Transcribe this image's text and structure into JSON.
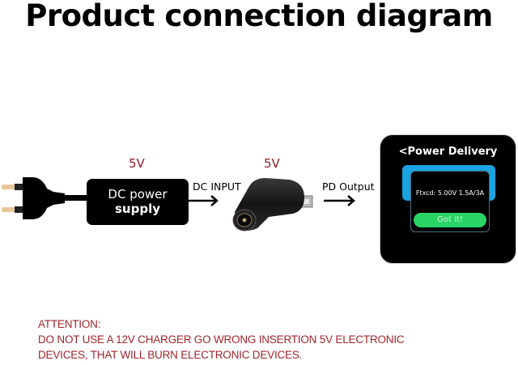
{
  "title": "Product connection diagram",
  "diagram": {
    "plug": {
      "label": "power-plug"
    },
    "power_supply": {
      "voltage_label": "5V",
      "line1": "DC power",
      "line2": "supply"
    },
    "dc_input_label": "DC INPUT",
    "adapter": {
      "voltage_label": "5V"
    },
    "pd_output_label": "PD Output",
    "phone_screen": {
      "header": "<Power Delivery",
      "dialog_text": "Ftxcd:  5.00V 1.5A/3A",
      "button_label": "Got it!"
    }
  },
  "attention": {
    "heading": "ATTENTION:",
    "line1": "DO NOT USE A 12V CHARGER GO WRONG INSERTION 5V ELECTRONIC",
    "line2": "DEVICES, THAT WILL BURN ELECTRONIC DEVICES."
  },
  "colors": {
    "warning_red": "#a0262c",
    "voltage_red": "#8b1c23",
    "pd_blue": "#1aa3e0",
    "button_green": "#29d465"
  }
}
